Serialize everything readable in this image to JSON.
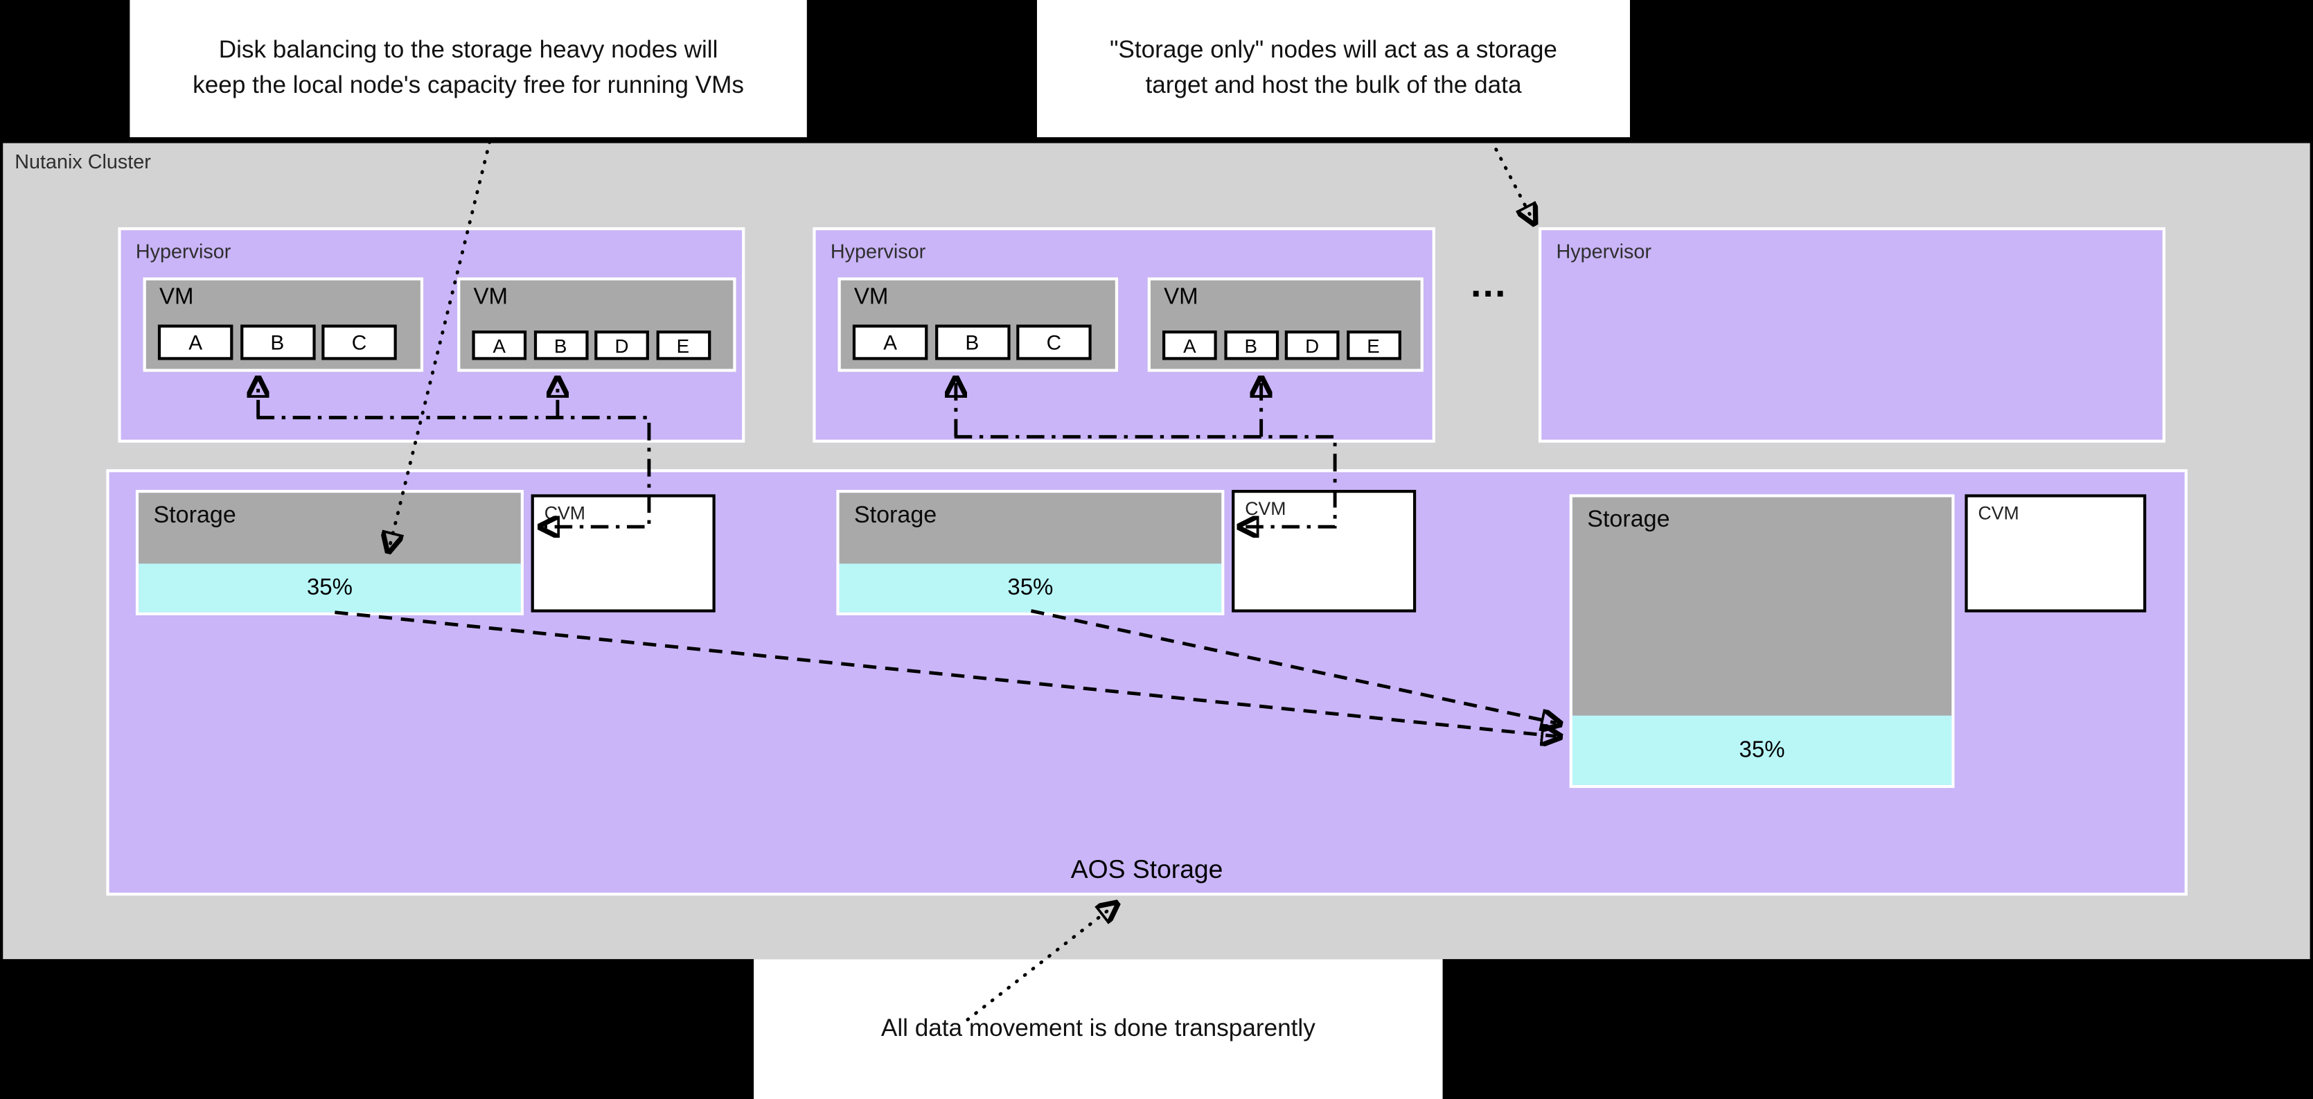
{
  "colors": {
    "background": "#000000",
    "cluster_bg": "#d3d3d3",
    "node_purple": "#c9b5f7",
    "box_gray": "#a9a9a9",
    "capacity_cyan": "#b9f7f7",
    "box_white": "#ffffff",
    "line_black": "#000000"
  },
  "annotations": {
    "disk_balancing": {
      "line1": "Disk balancing to the storage heavy nodes will",
      "line2": "keep the local node's capacity free for running VMs"
    },
    "storage_only": {
      "line1": "\"Storage only\" nodes will act as a storage",
      "line2": "target and host the bulk of the data"
    },
    "data_movement": {
      "text": "All data movement is done transparently"
    }
  },
  "cluster": {
    "label": "Nutanix Cluster",
    "ellipsis": "...",
    "aos": {
      "label": "AOS Storage"
    },
    "hypervisors": [
      {
        "label": "Hypervisor",
        "vms": [
          {
            "label": "VM",
            "disks": [
              "A",
              "B",
              "C"
            ]
          },
          {
            "label": "VM",
            "disks": [
              "A",
              "B",
              "D",
              "E"
            ]
          }
        ]
      },
      {
        "label": "Hypervisor",
        "vms": [
          {
            "label": "VM",
            "disks": [
              "A",
              "B",
              "C"
            ]
          },
          {
            "label": "VM",
            "disks": [
              "A",
              "B",
              "D",
              "E"
            ]
          }
        ]
      },
      {
        "label": "Hypervisor",
        "vms": []
      }
    ],
    "storage_nodes": [
      {
        "label": "Storage",
        "capacity": "35%",
        "cvm": "CVM"
      },
      {
        "label": "Storage",
        "capacity": "35%",
        "cvm": "CVM"
      },
      {
        "label": "Storage",
        "capacity": "35%",
        "cvm": "CVM"
      }
    ]
  }
}
